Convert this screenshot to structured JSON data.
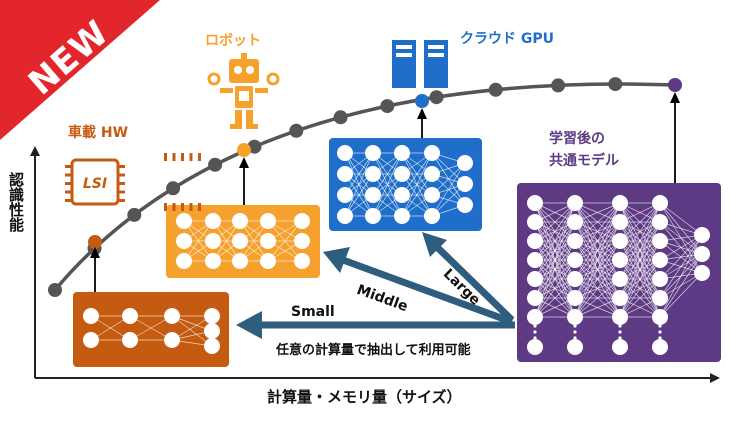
{
  "badge": {
    "text": "NEW"
  },
  "axes": {
    "y_label": "認識性能",
    "x_label": "計算量・メモリ量（サイズ）"
  },
  "devices": {
    "hw": {
      "label": "車載 HW",
      "chip_text": "LSI"
    },
    "robot": {
      "label": "ロボット"
    },
    "cloud": {
      "label": "クラウド GPU"
    }
  },
  "shared_model": {
    "label_line1": "学習後の",
    "label_line2": "共通モデル"
  },
  "arrows": {
    "small": "Small",
    "middle": "Middle",
    "large": "Large",
    "note": "任意の計算量で抽出して利用可能"
  },
  "colors": {
    "small_net": "#c55a11",
    "middle_net": "#f6a02e",
    "large_net": "#1f6ec9",
    "common_net": "#5e3a85",
    "arrow": "#2f5d7e",
    "curve": "#555555",
    "badge": "#e3262b"
  }
}
